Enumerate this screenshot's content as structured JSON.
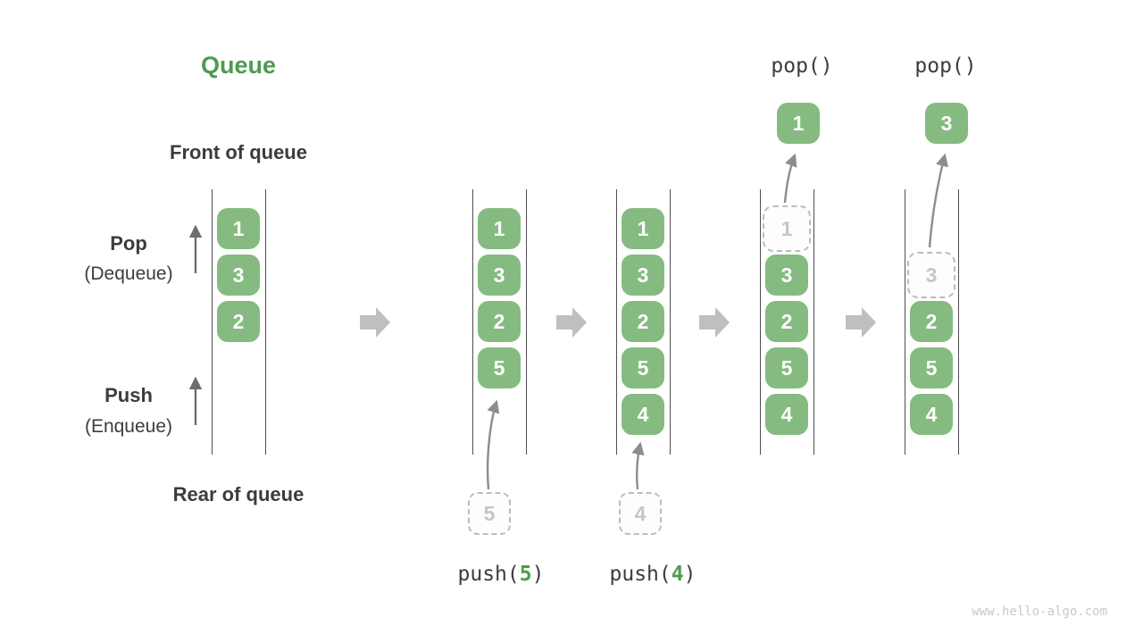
{
  "title": "Queue",
  "labels": {
    "front": "Front of queue",
    "rear": "Rear of queue",
    "pop_action": "Pop",
    "pop_sub": "(Dequeue)",
    "push_action": "Push",
    "push_sub": "(Enqueue)"
  },
  "operations": {
    "pop_calls": [
      "pop()",
      "pop()"
    ],
    "push_calls": [
      {
        "fn": "push(",
        "arg": "5",
        "close": ")"
      },
      {
        "fn": "push(",
        "arg": "4",
        "close": ")"
      }
    ]
  },
  "queues": [
    {
      "name": "state-initial",
      "slots": [
        {
          "row": 0,
          "value": "1",
          "ghost": false
        },
        {
          "row": 1,
          "value": "3",
          "ghost": false
        },
        {
          "row": 2,
          "value": "2",
          "ghost": false
        }
      ]
    },
    {
      "name": "state-after-push-5",
      "slots": [
        {
          "row": 0,
          "value": "1",
          "ghost": false
        },
        {
          "row": 1,
          "value": "3",
          "ghost": false
        },
        {
          "row": 2,
          "value": "2",
          "ghost": false
        },
        {
          "row": 3,
          "value": "5",
          "ghost": false
        }
      ]
    },
    {
      "name": "state-after-push-4",
      "slots": [
        {
          "row": 0,
          "value": "1",
          "ghost": false
        },
        {
          "row": 1,
          "value": "3",
          "ghost": false
        },
        {
          "row": 2,
          "value": "2",
          "ghost": false
        },
        {
          "row": 3,
          "value": "5",
          "ghost": false
        },
        {
          "row": 4,
          "value": "4",
          "ghost": false
        }
      ]
    },
    {
      "name": "state-pop-1",
      "slots": [
        {
          "row": 0,
          "value": "1",
          "ghost": true
        },
        {
          "row": 1,
          "value": "3",
          "ghost": false
        },
        {
          "row": 2,
          "value": "2",
          "ghost": false
        },
        {
          "row": 3,
          "value": "5",
          "ghost": false
        },
        {
          "row": 4,
          "value": "4",
          "ghost": false
        }
      ]
    },
    {
      "name": "state-pop-3",
      "slots": [
        {
          "row": 1,
          "value": "3",
          "ghost": true
        },
        {
          "row": 2,
          "value": "2",
          "ghost": false
        },
        {
          "row": 3,
          "value": "5",
          "ghost": false
        },
        {
          "row": 4,
          "value": "4",
          "ghost": false
        }
      ]
    }
  ],
  "push_ghosts": [
    {
      "value": "5"
    },
    {
      "value": "4"
    }
  ],
  "popped": [
    {
      "value": "1"
    },
    {
      "value": "3"
    }
  ],
  "watermark": "www.hello-algo.com",
  "colors": {
    "box_green": "#85bb81",
    "title_green": "#4c9b51",
    "dark_text": "#3c3c3c",
    "rail_line": "#4f4f4f",
    "block_arrow": "#bfbfbf",
    "thin_arrow": "#6e6e6e",
    "curve_arrow": "#8d8d8d",
    "ghost_border": "#bcbcbc",
    "ghost_text": "#c6c6c6",
    "watermark": "#c9c9c9"
  }
}
